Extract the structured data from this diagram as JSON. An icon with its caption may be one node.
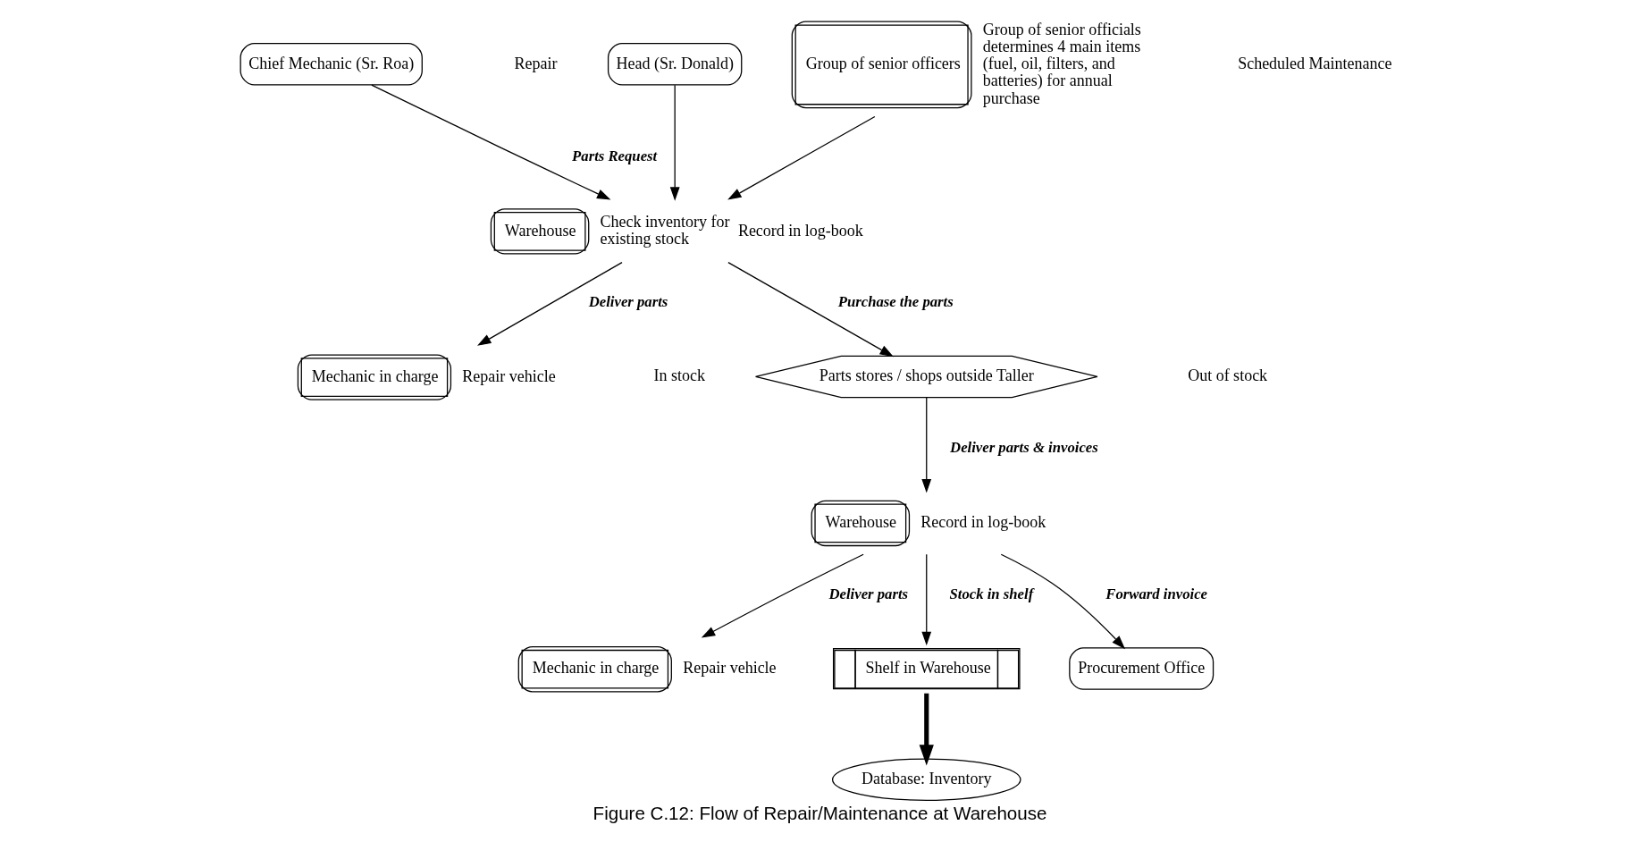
{
  "diagram": {
    "caption": "Figure C.12: Flow of Repair/Maintenance at Warehouse",
    "nodes": [
      {
        "text": [
          "Chief Mechanic (Sr. Roa)"
        ]
      },
      {
        "text": [
          "Head (Sr. Donald)"
        ]
      },
      {
        "text": [
          "Group of senior officers"
        ],
        "beside": [
          "Group of senior officials determines 4 main items (fuel, oil, filters, and batteries) for annual purchase"
        ]
      },
      {
        "text": [
          "Warehouse"
        ],
        "beside": [
          "Check inventory for existing stock",
          "Record in log-book"
        ]
      },
      {
        "text": [
          "Mechanic in charge"
        ],
        "beside": [
          "Repair vehicle"
        ]
      },
      {
        "text": [
          "Parts stores / shops outside Taller"
        ]
      },
      {
        "text": [
          "Warehouse"
        ],
        "beside": [
          "Record in log-book"
        ]
      },
      {
        "text": [
          "Mechanic in charge"
        ],
        "beside": [
          "Repair vehicle"
        ]
      },
      {
        "text": [
          "Shelf in Warehouse"
        ]
      },
      {
        "text": [
          "Procurement Office"
        ]
      },
      {
        "text": [
          "Database: Inventory"
        ]
      }
    ],
    "edges": [
      {
        "from": 0,
        "to": 3,
        "arrow": "to",
        "label": "Parts Request"
      },
      {
        "from": 1,
        "to": 3,
        "arrow": "to"
      },
      {
        "from": 2,
        "to": 3,
        "arrow": "to"
      },
      {
        "from": 3,
        "to": 4,
        "arrow": "to",
        "label": "Deliver parts"
      },
      {
        "from": 3,
        "to": 5,
        "arrow": "to",
        "label": "Purchase the parts"
      },
      {
        "from": 5,
        "to": 6,
        "arrow": "to",
        "label": "Deliver parts & invoices"
      },
      {
        "from": 6,
        "to": 7,
        "arrow": "to",
        "label": "Deliver parts"
      },
      {
        "from": 6,
        "to": 8,
        "arrow": "to",
        "label": "Stock in shelf"
      },
      {
        "from": 6,
        "to": 9,
        "arrow": "to",
        "label": "Forward invoice"
      },
      {
        "from": 8,
        "to": 10,
        "arrow": "to",
        "style": "thick"
      }
    ],
    "labels": [
      "Repair",
      "Scheduled Maintenance",
      "In stock",
      "Out of stock"
    ]
  }
}
